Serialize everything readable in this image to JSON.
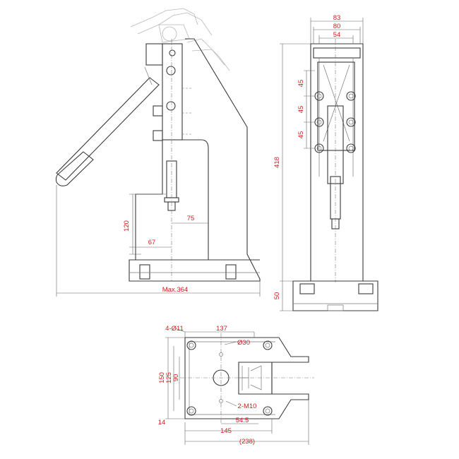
{
  "colors": {
    "dimension_text": "#d21c1c",
    "line": "#3a3a3a",
    "background": "#ffffff"
  },
  "labels": {
    "side_depth_120": "120",
    "side_throat_75": "75",
    "side_offset_67": "67",
    "side_max_width": "Max.364",
    "front_width_83": "83",
    "front_width_80": "80",
    "front_width_54": "54",
    "front_pitch_1": "45",
    "front_pitch_2": "45",
    "front_pitch_3": "45",
    "front_height_418": "418",
    "front_base_50": "50",
    "base_holes": "4-Ø11",
    "base_width_137": "137",
    "base_bore": "Ø30",
    "base_height_150": "150",
    "base_height_125": "125",
    "base_height_90": "90",
    "base_thread": "2-M10",
    "base_edge_14": "14",
    "base_offset_54_5": "54.5",
    "base_len_145": "145",
    "base_len_238": "(238)"
  }
}
